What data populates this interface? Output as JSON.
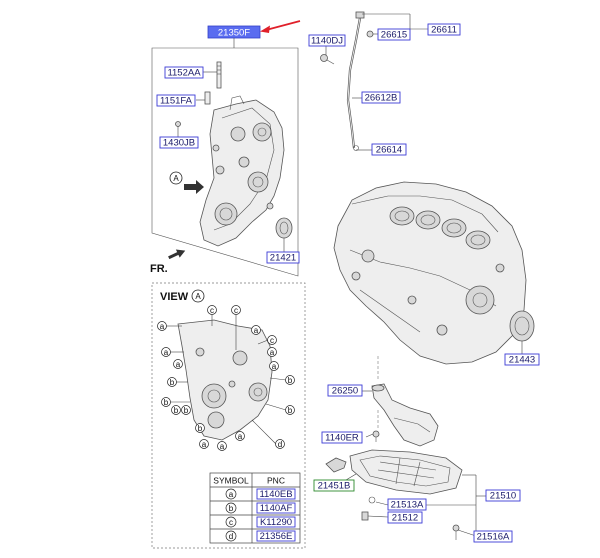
{
  "header_part": "21350F",
  "labels": {
    "l1152AA": "1152AA",
    "l1151FA": "1151FA",
    "l1430JB": "1430JB",
    "l21421": "21421",
    "l1140DJ": "1140DJ",
    "l26611": "26611",
    "l26615": "26615",
    "l26612B": "26612B",
    "l26614": "26614",
    "l21443": "21443",
    "l26250": "26250",
    "l1140ER": "1140ER",
    "l21451B": "21451B",
    "l21510": "21510",
    "l21513A": "21513A",
    "l21512": "21512",
    "l21516A": "21516A"
  },
  "view_marker": "A",
  "fr_label": "FR.",
  "view_title": "VIEW",
  "legend": {
    "symbol_header": "SYMBOL",
    "pnc_header": "PNC",
    "rows": [
      {
        "symbol": "a",
        "pnc": "1140EB"
      },
      {
        "symbol": "b",
        "pnc": "1140AF"
      },
      {
        "symbol": "c",
        "pnc": "K11290"
      },
      {
        "symbol": "d",
        "pnc": "21356E"
      }
    ]
  },
  "colors": {
    "label_border": "#3b3bd6",
    "green_label_border": "#2c8a2c",
    "highlight": "#5a6cf0",
    "arrow": "#e0202a"
  }
}
